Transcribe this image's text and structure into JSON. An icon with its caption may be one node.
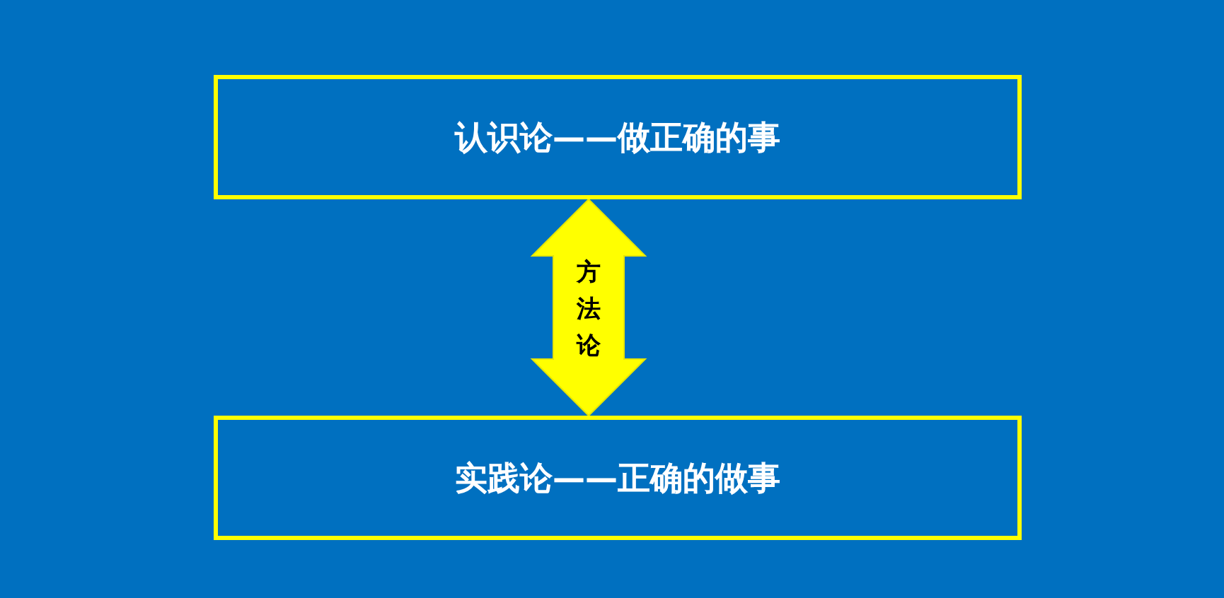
{
  "diagram": {
    "nodes": [
      {
        "text": [
          "认识论——做正确的事"
        ]
      },
      {
        "text": [
          "实践论——正确的做事"
        ]
      }
    ],
    "edges": [
      {
        "from": 0,
        "to": 1,
        "arrow": "both",
        "label": "方法论"
      }
    ]
  }
}
